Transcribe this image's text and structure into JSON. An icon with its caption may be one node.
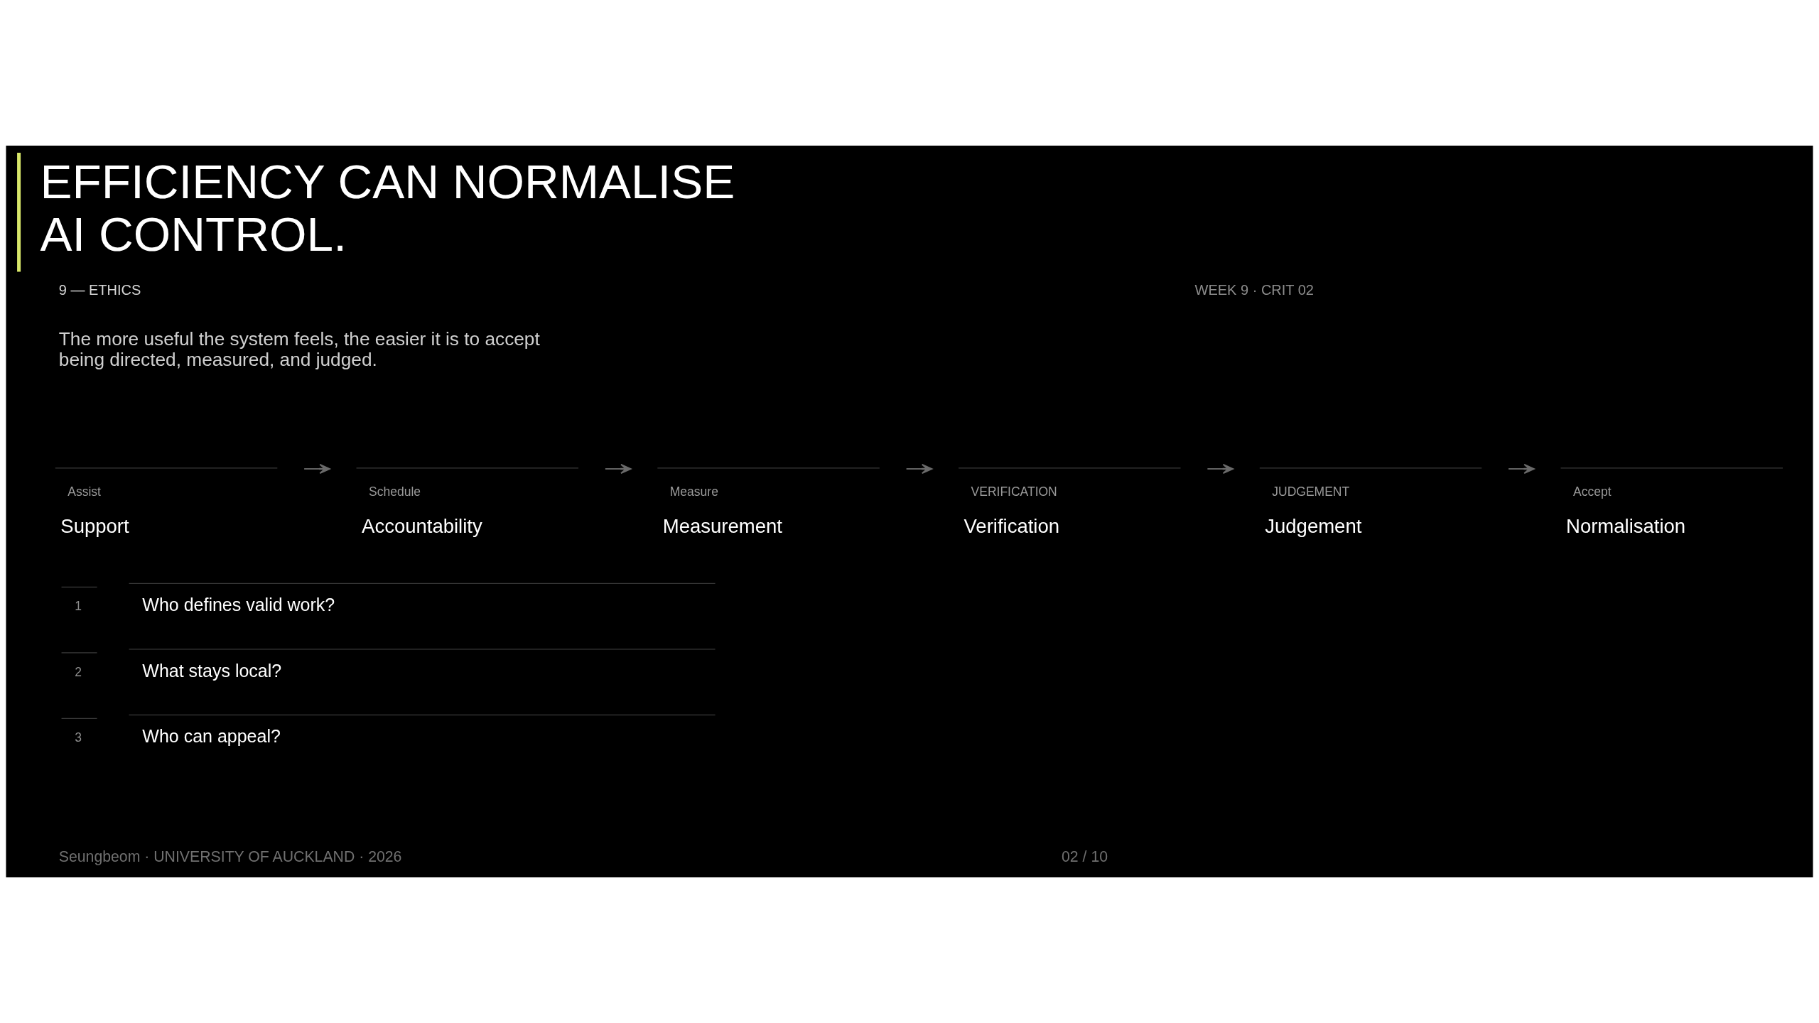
{
  "diagram": {
    "title": "EFFICIENCY CAN NORMALISE AI CONTROL.",
    "nodes": [
      {
        "text": [
          "Assist",
          "Support"
        ]
      },
      {
        "text": [
          "Schedule",
          "Accountability"
        ]
      },
      {
        "text": [
          "Measure",
          "Measurement"
        ]
      },
      {
        "text": [
          "VERIFICATION",
          "Verification"
        ]
      },
      {
        "text": [
          "JUDGEMENT",
          "Judgement"
        ]
      },
      {
        "text": [
          "Accept",
          "Normalisation"
        ]
      }
    ],
    "edges": [
      {
        "from": 0,
        "to": 1,
        "arrow": "to"
      },
      {
        "from": 1,
        "to": 2,
        "arrow": "to"
      },
      {
        "from": 2,
        "to": 3,
        "arrow": "to"
      },
      {
        "from": 3,
        "to": 4,
        "arrow": "to"
      },
      {
        "from": 4,
        "to": 5,
        "arrow": "to"
      }
    ],
    "labels": [
      "9 — ETHICS",
      "WEEK 9 · CRIT 02",
      "The more useful the system feels, the easier it is to accept being directed, measured, and judged.",
      "1",
      "Who defines valid work?",
      "2",
      "What stays local?",
      "3",
      "Who can appeal?",
      "Seungbeom · UNIVERSITY OF AUCKLAND · 2026",
      "02 / 10"
    ]
  }
}
